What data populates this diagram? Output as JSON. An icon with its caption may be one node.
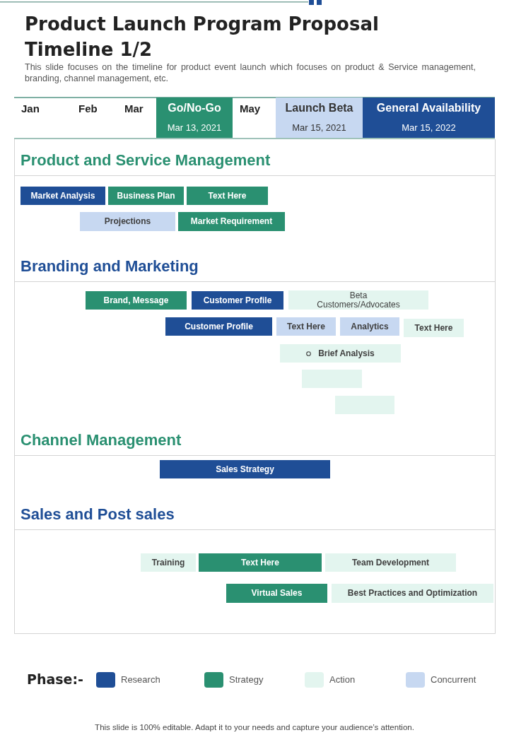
{
  "diagram": {
    "title": "Product Launch Program Proposal Timeline 1/2",
    "nodes": [
      {
        "text": [
          "Go/No-Go",
          "Mar 13, 2021"
        ]
      },
      {
        "text": [
          "Launch Beta",
          "Mar 15, 2021"
        ]
      },
      {
        "text": [
          "General Availability",
          "Mar 15, 2022"
        ]
      },
      {
        "text": [
          "Product and Service Management"
        ]
      },
      {
        "text": [
          "Market Analysis"
        ],
        "in": 3
      },
      {
        "text": [
          "Business Plan"
        ],
        "in": 3
      },
      {
        "text": [
          "Text Here"
        ],
        "in": 3
      },
      {
        "text": [
          "Projections"
        ],
        "in": 3
      },
      {
        "text": [
          "Market Requirement"
        ],
        "in": 3
      },
      {
        "text": [
          "Branding and Marketing"
        ]
      },
      {
        "text": [
          "Brand, Message"
        ],
        "in": 9
      },
      {
        "text": [
          "Customer Profile"
        ],
        "in": 9
      },
      {
        "text": [
          "Beta Customers/Advocates"
        ],
        "in": 9
      },
      {
        "text": [
          "Customer Profile"
        ],
        "in": 9
      },
      {
        "text": [
          "Text Here"
        ],
        "in": 9
      },
      {
        "text": [
          "Analytics"
        ],
        "in": 9
      },
      {
        "text": [
          "Text Here"
        ],
        "in": 9
      },
      {
        "text": [
          "Brief Analysis"
        ],
        "in": 9
      },
      {
        "text": [],
        "shape": "box",
        "in": 9
      },
      {
        "text": [],
        "shape": "box",
        "in": 9
      },
      {
        "text": [
          "Channel Management"
        ]
      },
      {
        "text": [
          "Sales Strategy"
        ],
        "in": 20
      },
      {
        "text": [
          "Sales and Post sales"
        ]
      },
      {
        "text": [
          "Training"
        ],
        "in": 22
      },
      {
        "text": [
          "Text Here"
        ],
        "in": 22
      },
      {
        "text": [
          "Team Development"
        ],
        "in": 22
      },
      {
        "text": [
          "Virtual Sales"
        ],
        "in": 22
      },
      {
        "text": [
          "Best Practices and Optimization"
        ],
        "in": 22
      }
    ],
    "labels": [
      "This slide focuses on the timeline for product event launch which focuses on product & Service management, branding, channel management, etc.",
      "Jan",
      "Feb",
      "Mar",
      "May",
      "Phase:-",
      "This slide is 100% editable. Adapt it to your needs and capture your audience’s attention."
    ],
    "legend": [
      {
        "text": "Research",
        "color": "#1f4e96"
      },
      {
        "text": "Strategy",
        "color": "#2a9071"
      },
      {
        "text": "Action",
        "color": "#e3f5ef"
      },
      {
        "text": "Concurrent",
        "color": "#c7d8f1"
      }
    ]
  }
}
